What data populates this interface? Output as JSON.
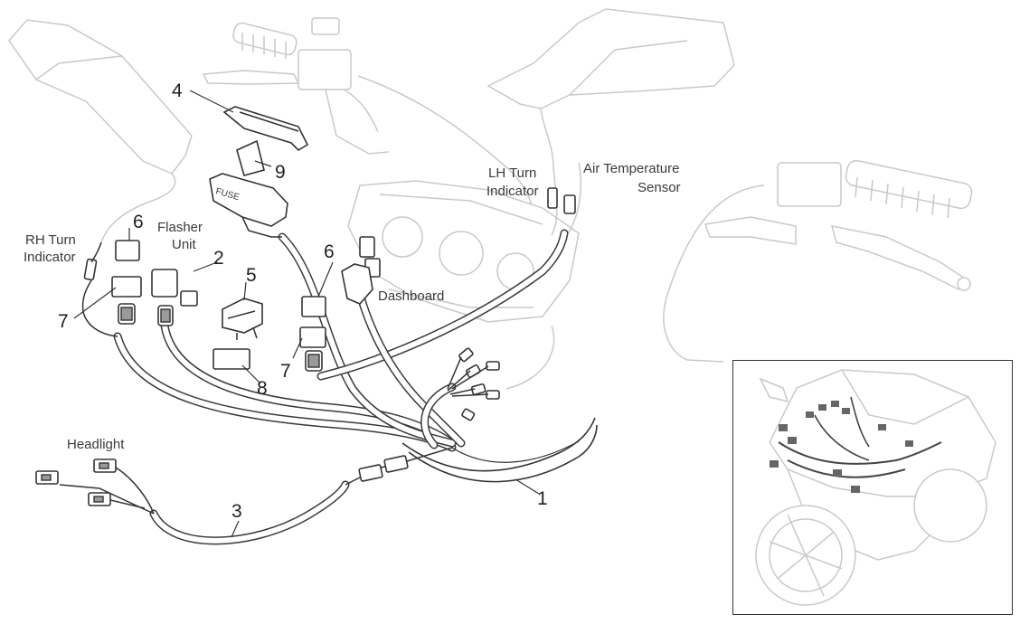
{
  "labels": {
    "rh_turn_line1": "RH Turn",
    "rh_turn_line2": "Indicator",
    "flasher_line1": "Flasher",
    "flasher_line2": "Unit",
    "lh_turn_line1": "LH Turn",
    "lh_turn_line2": "Indicator",
    "air_temp_line1": "Air Temperature",
    "air_temp_line2": "Sensor",
    "dashboard": "Dashboard",
    "headlight": "Headlight",
    "fuse_text": "FUSE"
  },
  "callouts": {
    "n1": "1",
    "n2": "2",
    "n3": "3",
    "n4": "4",
    "n5": "5",
    "n6_left": "6",
    "n6_right": "6",
    "n7_left": "7",
    "n7_right": "7",
    "n8": "8",
    "n9": "9"
  }
}
